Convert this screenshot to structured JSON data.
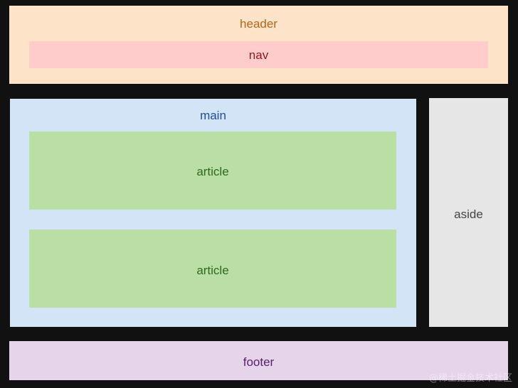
{
  "header": {
    "label": "header"
  },
  "nav": {
    "label": "nav"
  },
  "main": {
    "label": "main",
    "articles": [
      {
        "label": "article"
      },
      {
        "label": "article"
      }
    ]
  },
  "aside": {
    "label": "aside"
  },
  "footer": {
    "label": "footer"
  },
  "watermark": {
    "text": "@稀土掘金技术社区"
  },
  "colors": {
    "page_background": "#111111",
    "header_bg": "#fde3c8",
    "header_text": "#b5651d",
    "nav_bg": "#ffcccc",
    "nav_text": "#8b1a1a",
    "main_bg": "#d4e4f7",
    "main_text": "#1d4f91",
    "article_bg": "#b9dfa4",
    "article_text": "#2f6b1f",
    "aside_bg": "#e6e6e6",
    "aside_text": "#444444",
    "footer_bg": "#e5d4ea",
    "footer_text": "#5b1f6b"
  }
}
